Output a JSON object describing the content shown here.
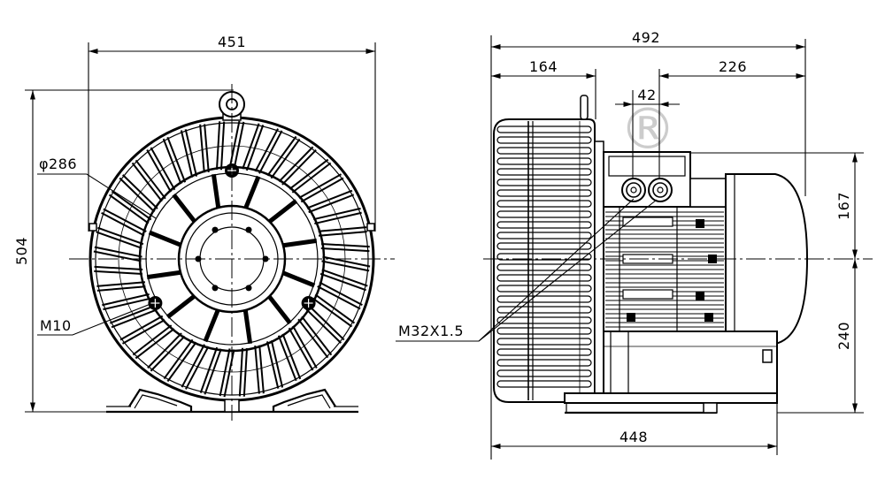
{
  "front_view": {
    "width_dim": "451",
    "height_dim": "504",
    "diameter_label": "φ286",
    "thread_label": "M10"
  },
  "side_view": {
    "overall_length_dim": "492",
    "housing_dim": "164",
    "motor_dim": "226",
    "gland_spacing_dim": "42",
    "upper_height_dim": "167",
    "lower_height_dim": "240",
    "base_length_dim": "448",
    "cable_gland_label": "M32X1.5"
  },
  "watermark": {
    "symbol": "®"
  },
  "colors": {
    "line": "#000000",
    "watermark": "#cccccc",
    "background": "#ffffff"
  }
}
